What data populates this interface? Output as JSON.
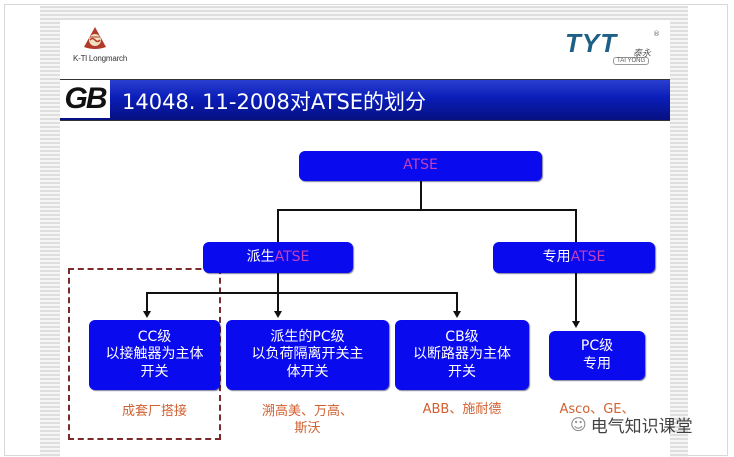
{
  "header": {
    "left_logo": {
      "icon": "longmarch-triangle-logo",
      "brand": "K-Tl Longmarch"
    },
    "right_logo": {
      "mark": "TYT",
      "registered": "®",
      "cn": "泰永",
      "en": "TAI YONG"
    },
    "badge": "GB",
    "title": "14048. 11-2008对ATSE的划分"
  },
  "diagram": {
    "root": {
      "text": "ATSE"
    },
    "level1": [
      {
        "prefix": "派生",
        "suffix": "ATSE"
      },
      {
        "prefix": "专用",
        "suffix": "ATSE"
      }
    ],
    "level2": [
      {
        "lines": [
          "CC级",
          "以接触器为主体",
          "开关"
        ],
        "vendors": [
          "成套厂搭接"
        ],
        "highlighted": true
      },
      {
        "lines": [
          "派生的PC级",
          "以负荷隔离开关主",
          "体开关"
        ],
        "vendors": [
          "溯高美、万高、",
          "斯沃"
        ]
      },
      {
        "lines": [
          "CB级",
          "以断路器为主体",
          "开关"
        ],
        "vendors": [
          "ABB、施耐德"
        ]
      },
      {
        "lines": [
          "PC级",
          "专用"
        ],
        "vendors": [
          "Asco、GE、"
        ]
      }
    ],
    "colors": {
      "box": "#0a0aee",
      "accent_text": "#c040c0",
      "vendor_text": "#d06030",
      "connector": "#111111",
      "dashed_outline": "#7a2a2a"
    }
  },
  "watermark": {
    "icon": "wechat-icon",
    "text": "电气知识课堂"
  }
}
